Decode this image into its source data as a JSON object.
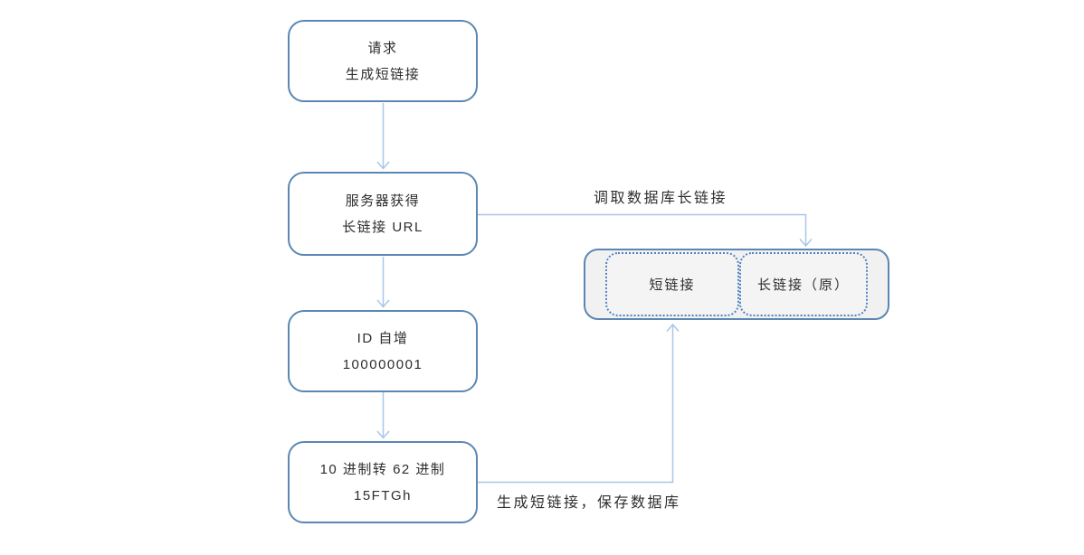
{
  "flow_nodes": [
    {
      "line1": "请求",
      "line2": "生成短链接"
    },
    {
      "line1": "服务器获得",
      "line2": "长链接 URL"
    },
    {
      "line1": "ID 自增",
      "line2": "100000001"
    },
    {
      "line1": "10 进制转 62 进制",
      "line2": "15FTGh"
    }
  ],
  "database": {
    "short_link": "短链接",
    "long_link": "长链接（原）"
  },
  "edge_labels": {
    "fetch_long_link": "调取数据库长链接",
    "save_short_link": "生成短链接，保存数据库"
  },
  "colors": {
    "node_border": "#5b87b2",
    "cell_dotted_border": "#4f82bb",
    "connector": "#a9c6e8",
    "container_fill": "#f1f1f2",
    "text": "#2e2e2e"
  }
}
